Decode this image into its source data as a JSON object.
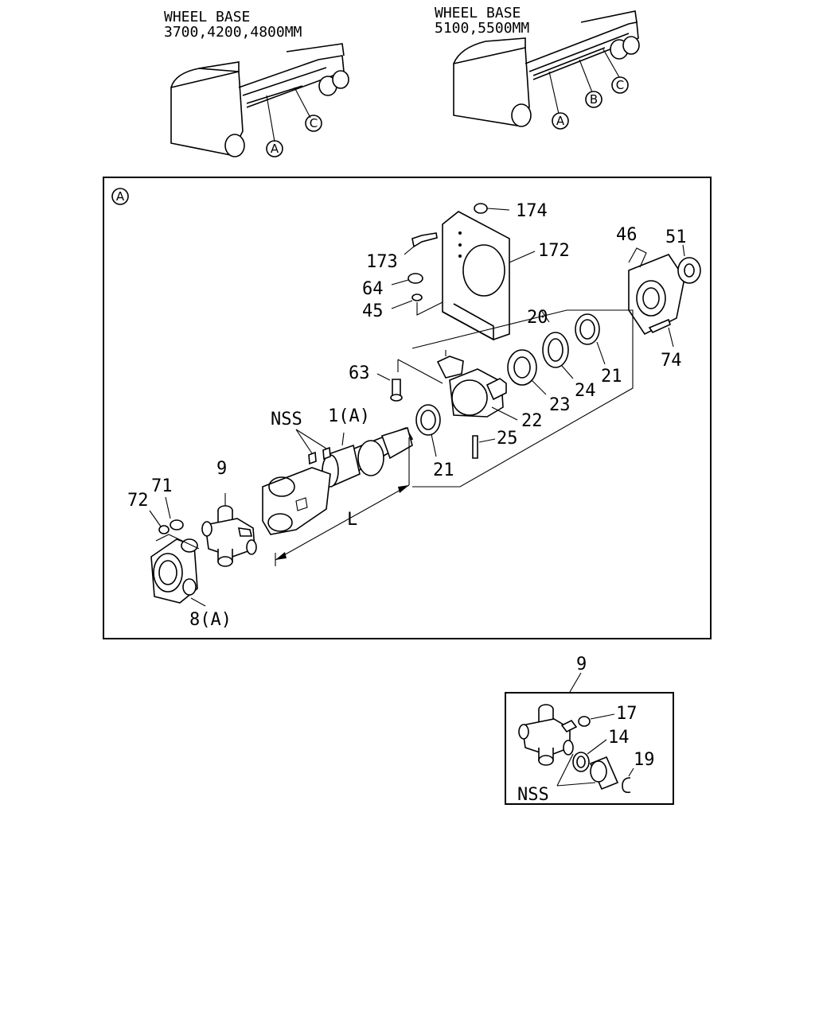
{
  "header_left": {
    "line1": "WHEEL BASE",
    "line2": "3700,4200,4800MM",
    "callouts": [
      "A",
      "C"
    ]
  },
  "header_right": {
    "line1": "WHEEL BASE",
    "line2": "5100,5500MM",
    "callouts": [
      "A",
      "B",
      "C"
    ]
  },
  "main_panel": {
    "marker": "A",
    "labels": {
      "p174": "174",
      "p173": "173",
      "p172": "172",
      "p64": "64",
      "p45": "45",
      "p46": "46",
      "p51": "51",
      "p74": "74",
      "p20": "20",
      "p21a": "21",
      "p21b": "21",
      "p24": "24",
      "p23": "23",
      "p22": "22",
      "p63": "63",
      "p25": "25",
      "pNSS": "NSS",
      "p1A": "1(A)",
      "p9": "9",
      "p71": "71",
      "p72": "72",
      "p8A": "8(A)",
      "pL": "L"
    }
  },
  "detail_panel": {
    "title": "9",
    "labels": {
      "p17": "17",
      "p14": "14",
      "p19": "19",
      "pNSS": "NSS"
    }
  }
}
